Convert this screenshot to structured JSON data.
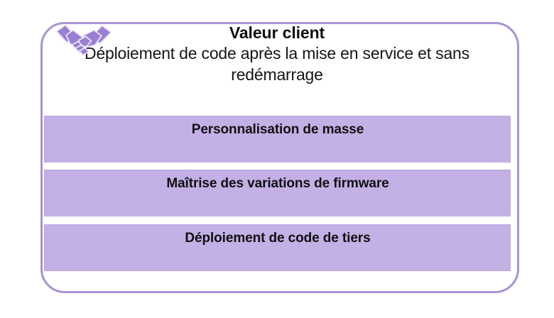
{
  "slide": {
    "icon": "handshake-icon",
    "title": "Valeur client",
    "subtitle": "Déploiement de code après la mise en service et sans redémarrage",
    "bars": [
      {
        "label": "Personnalisation de masse"
      },
      {
        "label": "Maîtrise des variations de firmware"
      },
      {
        "label": "Déploiement de code de tiers"
      }
    ],
    "colors": {
      "frame_border": "#A893D1",
      "bar_fill": "#C3B0E4",
      "icon": "#9B7FD4",
      "text": "#101014",
      "background": "#FFFFFF"
    }
  }
}
